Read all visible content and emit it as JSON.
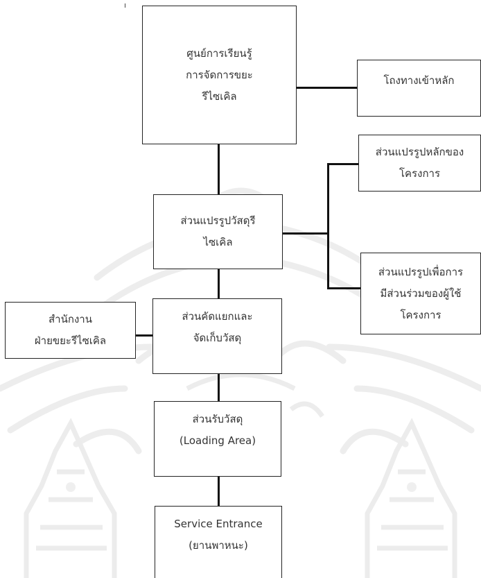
{
  "diagram": {
    "nodes": {
      "learning_center": [
        "ศูนย์การเรียนรู้",
        "การจัดการขยะ",
        "รีไซเคิล"
      ],
      "main_building": [
        "โถงทางเข้าหลัก"
      ],
      "recycle_processing": [
        "ส่วนแปรรูปวัสดุรี",
        "ไซเคิล"
      ],
      "main_project_processing": [
        "ส่วนแปรรูปหลักของ",
        "โครงการ"
      ],
      "participation_processing": [
        "ส่วนแปรรูปเพื่อการ",
        "มีส่วนร่วมของผู้ใช้",
        "โครงการ"
      ],
      "sorting_storage": [
        "ส่วนคัดแยกและ",
        "จัดเก็บวัสดุ"
      ],
      "office": [
        "สำนักงาน",
        "ฝ่ายขยะรีไซเคิล"
      ],
      "receiving": [
        "ส่วนรับวัสดุ",
        "(Loading Area)"
      ],
      "service_entrance": [
        "Service Entrance",
        "(ยานพาหนะ)"
      ]
    }
  }
}
